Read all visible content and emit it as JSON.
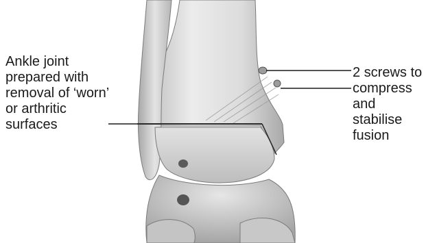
{
  "annotations": {
    "ankle_joint": {
      "lines": [
        "Ankle joint",
        "prepared with",
        "removal of ‘worn’",
        "or arthritic",
        "surfaces"
      ]
    },
    "screws": {
      "lines": [
        "2 screws to",
        "compress",
        "and",
        "stabilise",
        "fusion"
      ]
    }
  },
  "colors": {
    "bone_light": "#ececec",
    "bone_mid": "#c9c9c9",
    "bone_shadow": "#8f8f8f",
    "leader_line": "#1a1a1a",
    "text": "#1a1a1a"
  }
}
